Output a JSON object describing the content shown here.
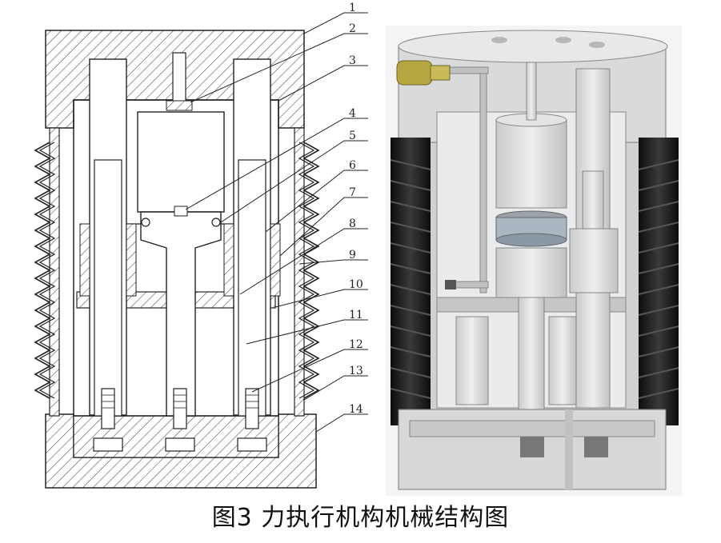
{
  "figure": {
    "caption": "图3  力执行机构机械结构图",
    "part_labels": [
      "1",
      "2",
      "3",
      "4",
      "5",
      "6",
      "7",
      "8",
      "9",
      "10",
      "11",
      "12",
      "13",
      "14"
    ]
  },
  "colors": {
    "background": "#ffffff",
    "line": "#222222",
    "hatch": "#555555",
    "model_gray": "#d4d6d8",
    "model_dark": "#1c1c1c",
    "connector": "#b5a642"
  }
}
